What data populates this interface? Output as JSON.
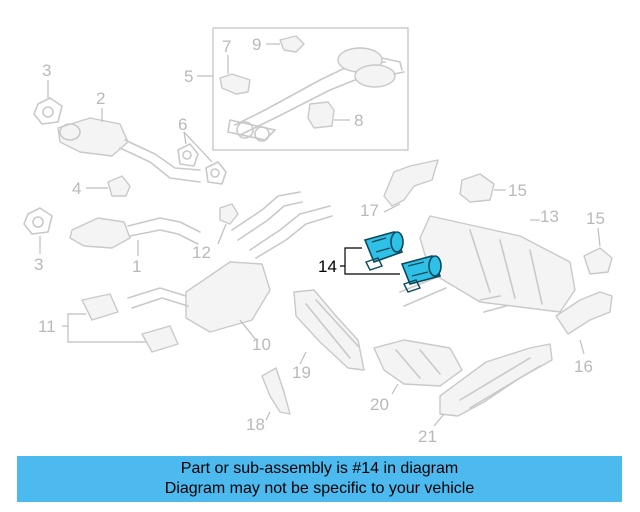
{
  "diagram": {
    "highlighted_callout": "14",
    "accent_color": "#2ec0e6",
    "callouts": {
      "c1": "1",
      "c2": "2",
      "c3a": "3",
      "c3b": "3",
      "c4": "4",
      "c5": "5",
      "c6": "6",
      "c7": "7",
      "c8": "8",
      "c9": "9",
      "c10": "10",
      "c11": "11",
      "c12": "12",
      "c13": "13",
      "c14": "14",
      "c15a": "15",
      "c15b": "15",
      "c16": "16",
      "c17": "17",
      "c18": "18",
      "c19": "19",
      "c20": "20",
      "c21": "21"
    }
  },
  "banner": {
    "background_color": "#4cb9ef",
    "line1": "Part or sub-assembly is #14 in diagram",
    "line2": "Diagram may not be specific to your vehicle"
  }
}
